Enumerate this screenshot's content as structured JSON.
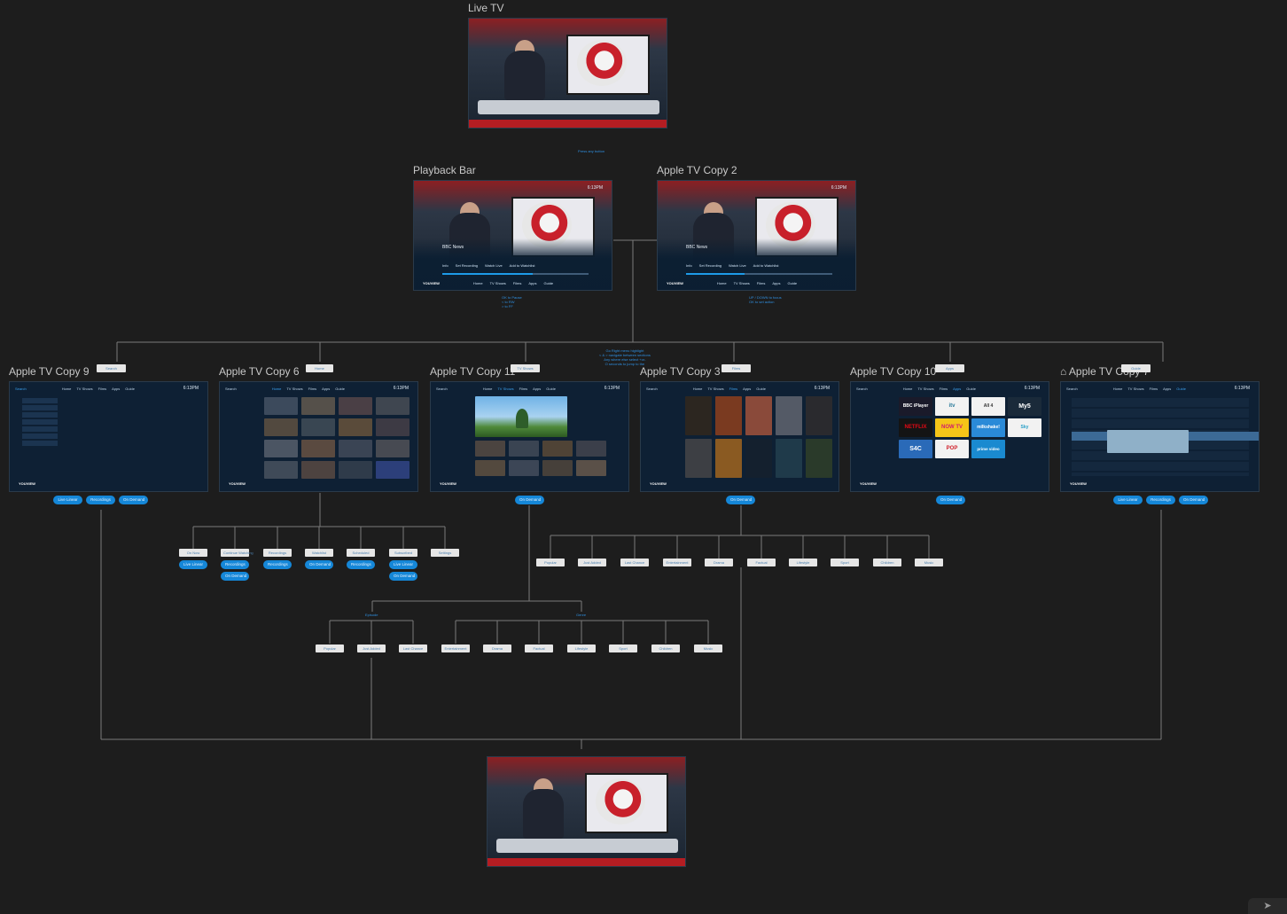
{
  "frames": {
    "live_tv": "Live TV",
    "playback_bar": "Playback Bar",
    "copy2": "Apple TV Copy 2",
    "copy9": "Apple TV Copy 9",
    "copy6": "Apple TV Copy 6",
    "copy11": "Apple TV Copy 11",
    "copy3": "Apple TV Copy 3",
    "copy10": "Apple TV Copy 10",
    "copy7": "Apple TV Copy 7"
  },
  "notes": {
    "press_any": "Press any button",
    "playback_hint": "OK to Pause\n< to RW\n> to FF",
    "copy2_hint": "UP / DOWN to focus\nOK to set action",
    "menu_hint": "Go Right menu highlight\n< & > navigate between sections\nAny where else select +or-\nO seconds to jump to the",
    "episode": "Episode",
    "genre": "Genre"
  },
  "tabs": {
    "search": "Search",
    "home": "Home",
    "tv_shows": "TV Shows",
    "films": "Films",
    "apps": "Apps",
    "guide": "Guide"
  },
  "pills": {
    "live_linear": "Live Linear",
    "recordings": "Recordings",
    "on_demand": "On Demand"
  },
  "home_cols": [
    {
      "tag": "On Now",
      "pills": [
        "Live Linear"
      ]
    },
    {
      "tag": "Continue Watching",
      "pills": [
        "Recordings",
        "On Demand"
      ]
    },
    {
      "tag": "Recordings",
      "pills": [
        "Recordings"
      ]
    },
    {
      "tag": "Watchlist",
      "pills": [
        "On Demand"
      ]
    },
    {
      "tag": "Scheduled",
      "pills": [
        "Recordings"
      ]
    },
    {
      "tag": "Subscribed",
      "pills": [
        "Live Linear",
        "On Demand"
      ]
    },
    {
      "tag": "Settings",
      "pills": []
    }
  ],
  "films_genres": [
    "Popular",
    "Just Added",
    "Last Chance",
    "Entertainment",
    "Drama",
    "Factual",
    "Lifestyle",
    "Sport",
    "Children",
    "Music"
  ],
  "episode_tags": [
    "Popular",
    "Just Added",
    "Last Chance"
  ],
  "genre_tags": [
    "Entertainment",
    "Drama",
    "Factual",
    "Lifestyle",
    "Sport",
    "Children",
    "Music"
  ],
  "screen": {
    "time": "6:13PM",
    "programme": "BBC News",
    "brand": "YOUVIEW",
    "playback_buttons": [
      "Info",
      "Set Recording",
      "Watch Live",
      "Add to Watchlist"
    ],
    "nav": [
      "Home",
      "TV Shows",
      "Films",
      "Apps",
      "Guide"
    ],
    "apps_logos": [
      "BBC iPlayer",
      "itv",
      "All 4",
      "My5",
      "NETFLIX",
      "NOW TV",
      "milkshake!",
      "Sky",
      "S4C",
      "POP",
      "prime video"
    ]
  },
  "colors": {
    "background": "#1d1d1d",
    "connector": "#7a7a7a",
    "pill_blue": "#1587d8",
    "note_blue": "#2f8fe0",
    "tag_bg": "#e6e6e6"
  }
}
